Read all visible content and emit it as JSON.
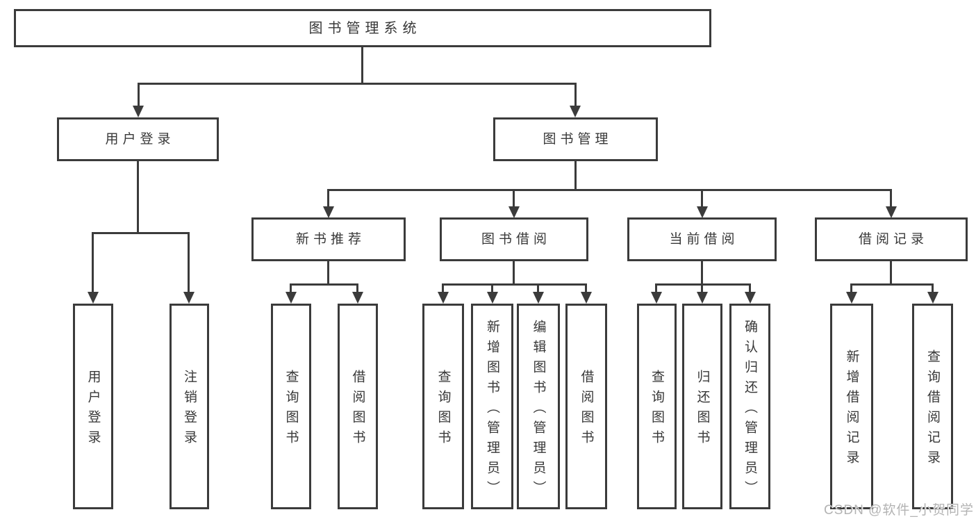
{
  "nodes": {
    "root": "图书管理系统",
    "level1": [
      "用户登录",
      "图书管理"
    ],
    "level2": [
      "新书推荐",
      "图书借阅",
      "当前借阅",
      "借阅记录"
    ],
    "leaves_user_login": [
      "用户登录",
      "注销登录"
    ],
    "leaves_new_book": [
      "查询图书",
      "借阅图书"
    ],
    "leaves_book_borrow": [
      "查询图书",
      "新增图书（管理员）",
      "编辑图书（管理员）",
      "借阅图书"
    ],
    "leaves_current_borrow": [
      "查询图书",
      "归还图书",
      "确认归还（管理员）"
    ],
    "leaves_borrow_record": [
      "新增借阅记录",
      "查询借阅记录"
    ]
  },
  "hierarchy": {
    "图书管理系统": [
      "用户登录",
      "图书管理"
    ],
    "用户登录": [
      "用户登录",
      "注销登录"
    ],
    "图书管理": [
      "新书推荐",
      "图书借阅",
      "当前借阅",
      "借阅记录"
    ],
    "新书推荐": [
      "查询图书",
      "借阅图书"
    ],
    "图书借阅": [
      "查询图书",
      "新增图书（管理员）",
      "编辑图书（管理员）",
      "借阅图书"
    ],
    "当前借阅": [
      "查询图书",
      "归还图书",
      "确认归还（管理员）"
    ],
    "借阅记录": [
      "新增借阅记录",
      "查询借阅记录"
    ]
  },
  "watermark": "CSDN @软件_小贺同学",
  "colors": {
    "line": "#3b3b3b",
    "text": "#383838",
    "background": "#ffffff",
    "watermark": "#b3b3b3"
  }
}
